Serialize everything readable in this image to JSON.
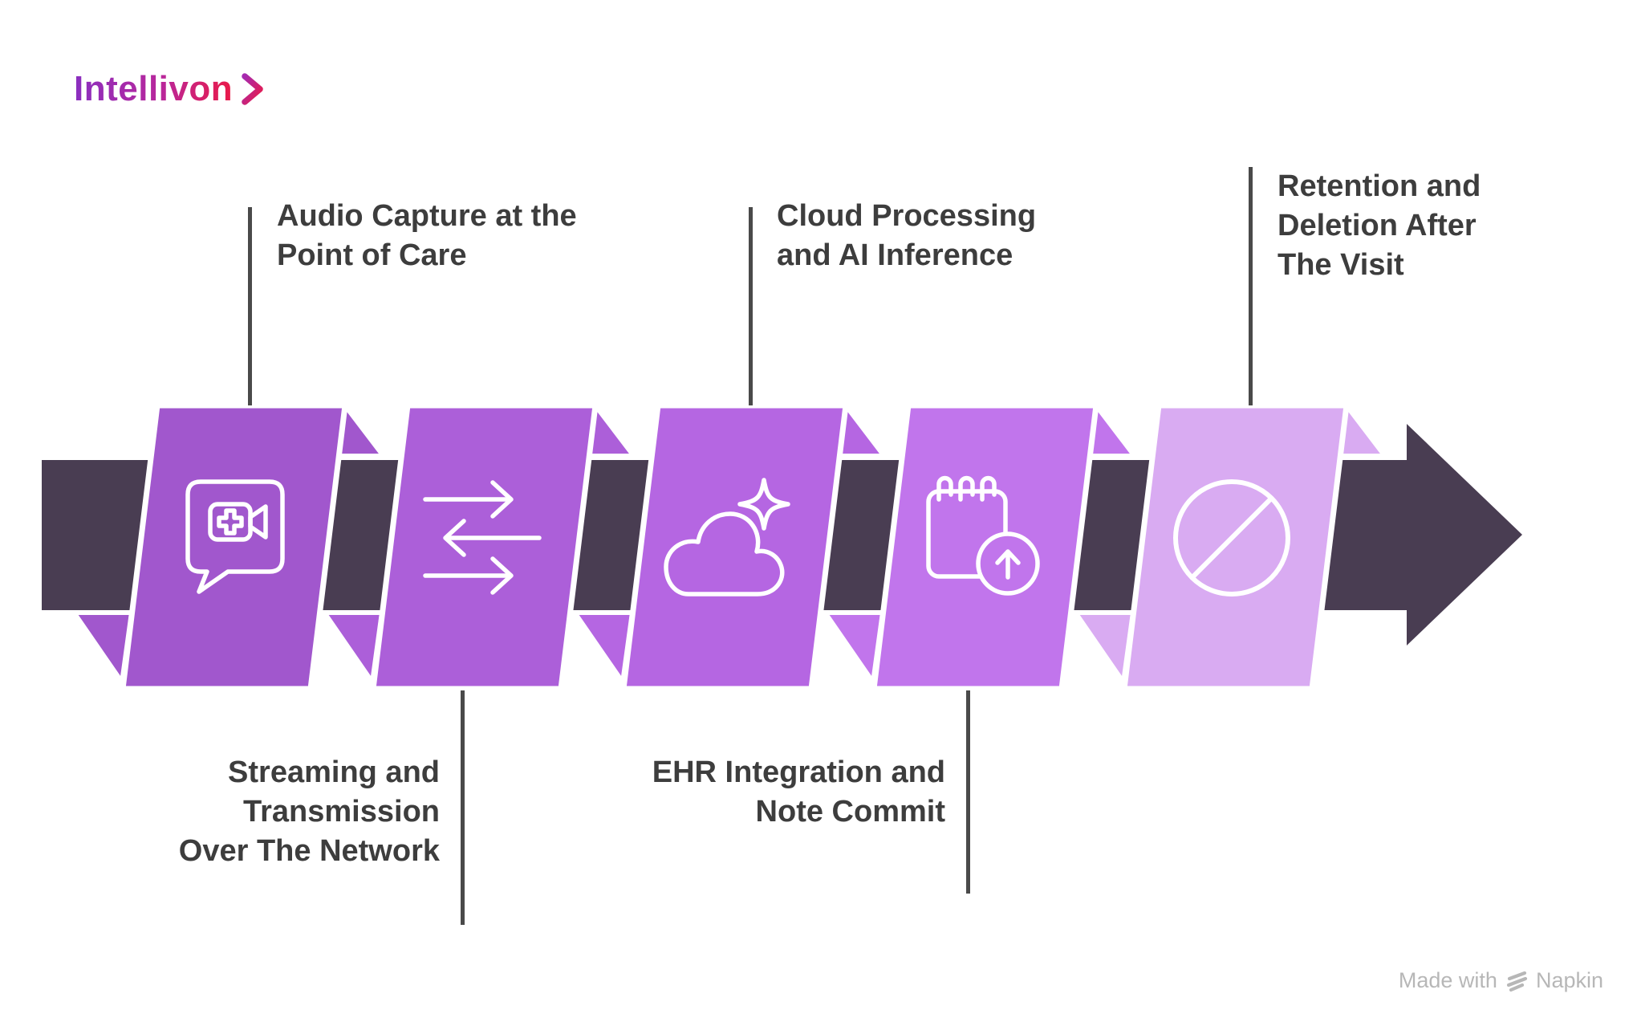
{
  "logo": {
    "text": "Intellivon"
  },
  "arrow": {
    "color": "#493d52"
  },
  "text_color": "#3d3d3d",
  "steps": [
    {
      "label": "Audio Capture at the\nPoint of Care",
      "position": "top",
      "icon": "medical-video-chat-icon",
      "color": "#a157cd"
    },
    {
      "label": "Streaming and\nTransmission\nOver The Network",
      "position": "bottom",
      "icon": "transfer-arrows-icon",
      "color": "#ac5fd9"
    },
    {
      "label": "Cloud Processing\nand AI Inference",
      "position": "top",
      "icon": "cloud-sparkle-icon",
      "color": "#b566e2"
    },
    {
      "label": "EHR Integration and\nNote Commit",
      "position": "bottom",
      "icon": "note-upload-icon",
      "color": "#c175ec"
    },
    {
      "label": "Retention and\nDeletion After\nThe Visit",
      "position": "top",
      "icon": "no-sign-icon",
      "color": "#d9abf2"
    }
  ],
  "footer": {
    "made_with": "Made with",
    "brand": "Napkin"
  }
}
